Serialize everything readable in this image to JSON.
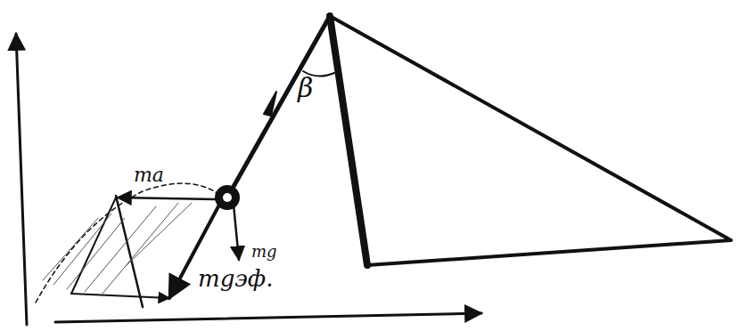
{
  "diagram": {
    "labels": [
      "β",
      "ma",
      "mg",
      "mgэф."
    ]
  }
}
